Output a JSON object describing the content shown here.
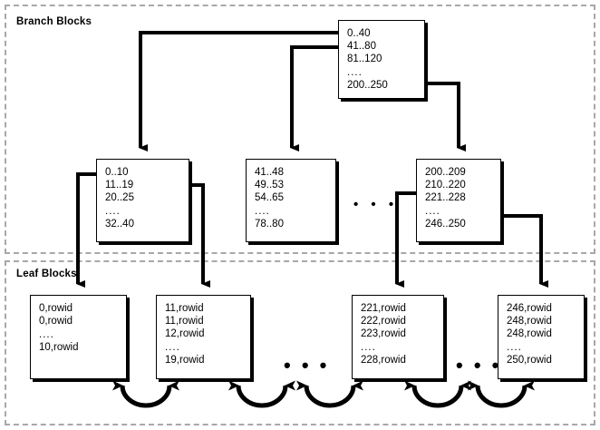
{
  "regions": {
    "branch": {
      "label": "Branch Blocks"
    },
    "leaf": {
      "label": "Leaf Blocks"
    }
  },
  "colors": {
    "line": "#000000",
    "region_border": "#a8a8a8",
    "node_fill": "#ffffff",
    "text": "#000000"
  },
  "ellipsis": {
    "branch": "• • •",
    "leaf_left": "• • •",
    "leaf_right": "• • •"
  },
  "nodes": {
    "root": {
      "name": "root-branch-block",
      "lines": [
        "0..40",
        "41..80",
        "81..120",
        "....",
        "200..250"
      ]
    },
    "branches": [
      {
        "name": "branch-block-1",
        "lines": [
          "0..10",
          "11..19",
          "20..25",
          "....",
          "32..40"
        ]
      },
      {
        "name": "branch-block-2",
        "lines": [
          "41..48",
          "49..53",
          "54..65",
          "....",
          "78..80"
        ]
      },
      {
        "name": "branch-block-3",
        "lines": [
          "200..209",
          "210..220",
          "221..228",
          "....",
          "246..250"
        ]
      }
    ],
    "leaves": [
      {
        "name": "leaf-block-1",
        "lines": [
          "0,rowid",
          "0,rowid",
          "....",
          "10,rowid"
        ]
      },
      {
        "name": "leaf-block-2",
        "lines": [
          "11,rowid",
          "11,rowid",
          "12,rowid",
          "....",
          "19,rowid"
        ]
      },
      {
        "name": "leaf-block-3",
        "lines": [
          "221,rowid",
          "222,rowid",
          "223,rowid",
          "....",
          "228,rowid"
        ]
      },
      {
        "name": "leaf-block-4",
        "lines": [
          "246,rowid",
          "248,rowid",
          "248,rowid",
          "....",
          "250,rowid"
        ]
      }
    ]
  }
}
